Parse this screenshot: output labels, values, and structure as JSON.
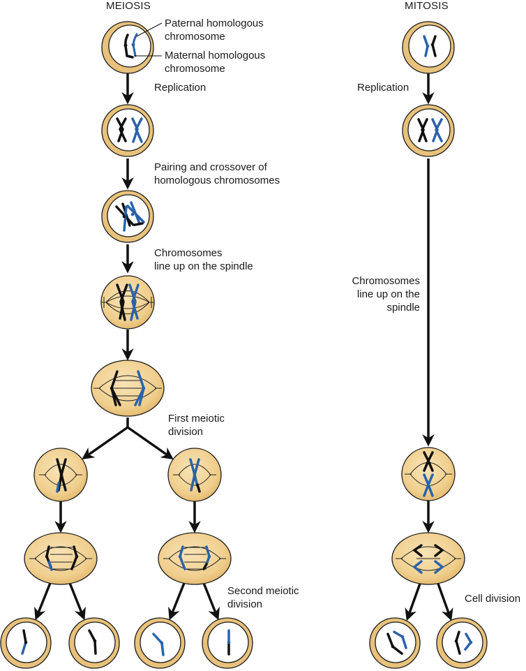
{
  "meiosis": {
    "title": "MEIOSIS",
    "callouts": {
      "paternal": [
        "Paternal homologous",
        "chromosome"
      ],
      "maternal": [
        "Maternal homologous",
        "chromosome"
      ]
    },
    "steps": {
      "replication": "Replication",
      "pairing": [
        "Pairing and crossover of",
        "homologous chromosomes"
      ],
      "line_up": [
        "Chromosomes",
        "line up on the spindle"
      ],
      "first_division": [
        "First meiotic",
        "division"
      ],
      "second_division": [
        "Second meiotic",
        "division"
      ]
    }
  },
  "mitosis": {
    "title": "MITOSIS",
    "steps": {
      "replication": "Replication",
      "line_up": [
        "Chromosomes",
        "line up on the",
        "spindle"
      ],
      "cell_division": "Cell division"
    }
  },
  "colors": {
    "paternal": "#2a62ab",
    "maternal": "#111111",
    "cell_fill": "#f3d59a",
    "cell_ring": "#e3be76",
    "outline": "#1a1a1a"
  }
}
